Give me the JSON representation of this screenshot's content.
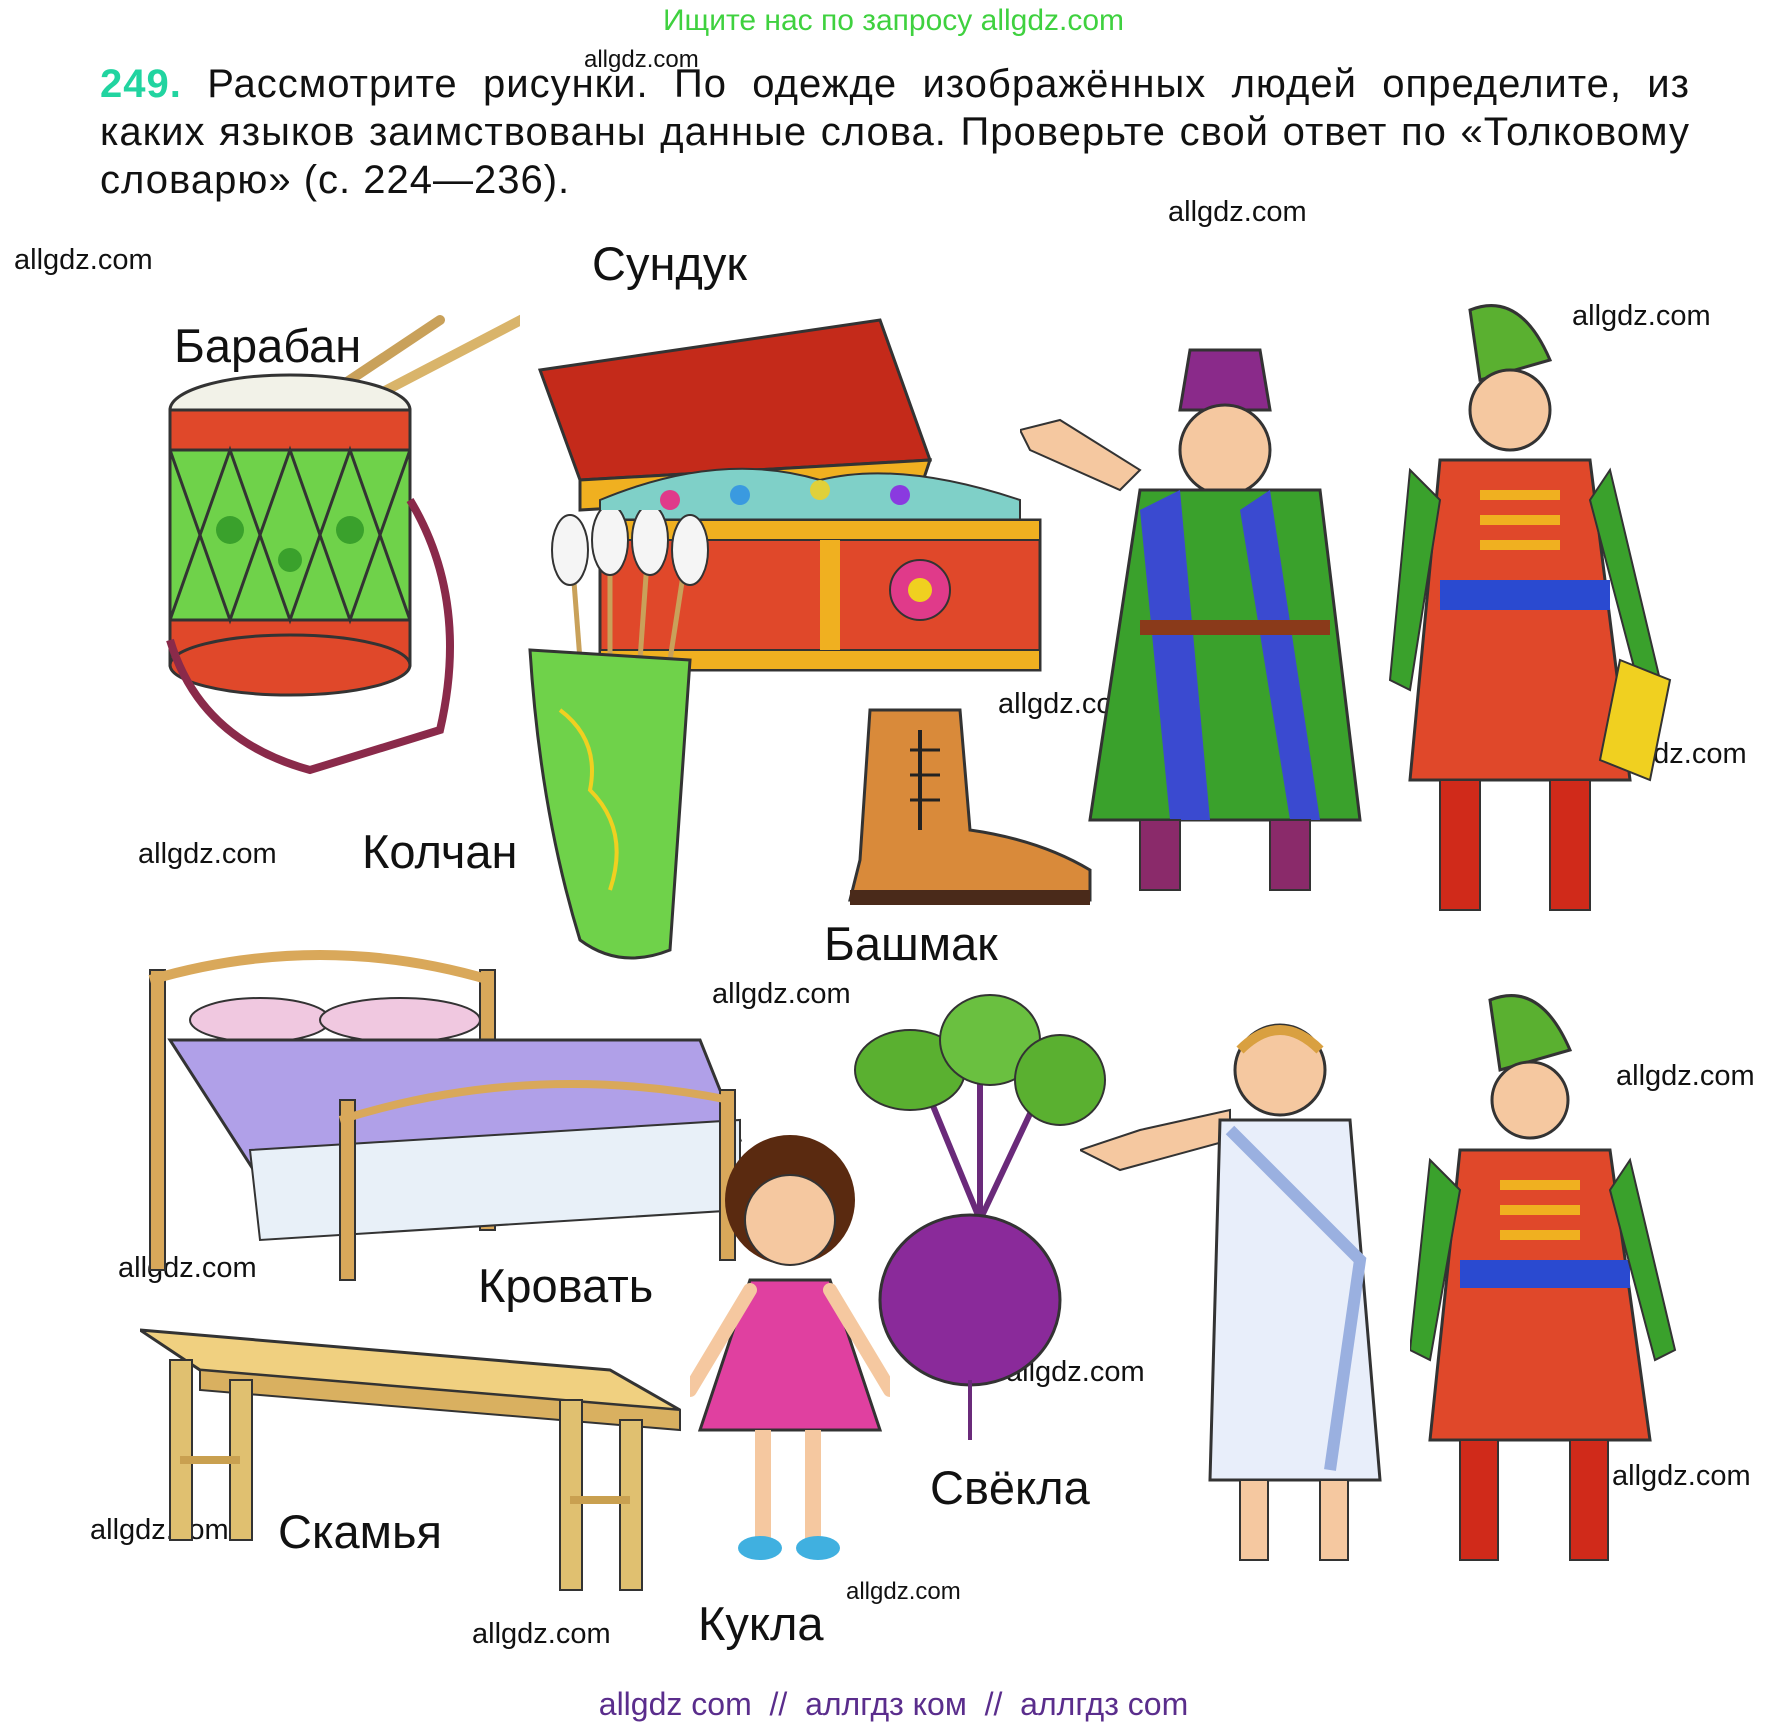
{
  "header": {
    "banner": "Ищите нас по запросу allgdz.com"
  },
  "task": {
    "number": "249.",
    "text": "Рассмотрите рисунки. По одежде изображённых людей определите, из каких языков заимствованы данные слова. Проверьте свой ответ по «Толковому словарю» (с. 224—236)."
  },
  "watermark": "allgdz.com",
  "labels": {
    "drum": "Барабан",
    "chest": "Сундук",
    "quiver": "Колчан",
    "boot": "Башмак",
    "bed": "Кровать",
    "bench": "Скамья",
    "doll": "Кукла",
    "beet": "Свёкла"
  },
  "footer": "allgdz com  //  аллгдз ком  //  аллгдз com",
  "colors": {
    "banner": "#3fd13f",
    "task_number": "#21d4a0",
    "footer": "#5a2d8c"
  }
}
